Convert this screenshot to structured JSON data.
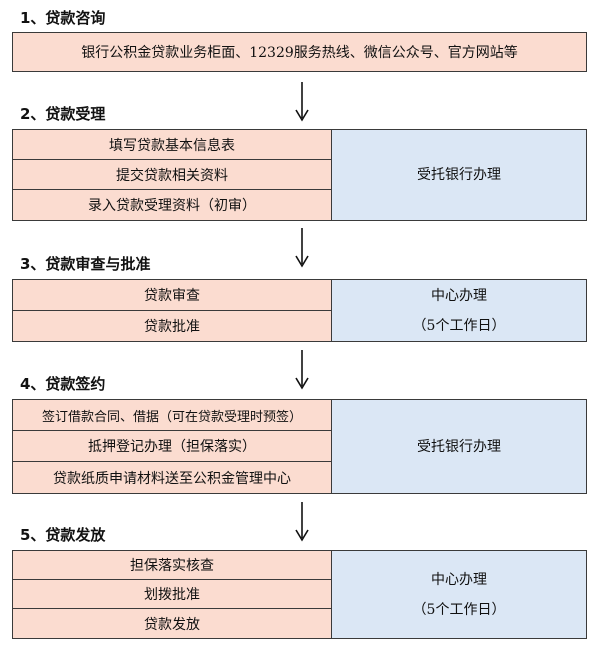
{
  "steps": [
    {
      "title": "1、贷款咨询",
      "items": [
        "银行公积金贷款业务柜面、12329服务热线、微信公众号、官方网站等"
      ]
    },
    {
      "title": "2、贷款受理",
      "items": [
        "填写贷款基本信息表",
        "提交贷款相关资料",
        "录入贷款受理资料（初审）"
      ],
      "side": [
        "受托银行办理"
      ]
    },
    {
      "title": "3、贷款审查与批准",
      "items": [
        "贷款审查",
        "贷款批准"
      ],
      "side": [
        "中心办理",
        "（5个工作日）"
      ]
    },
    {
      "title": "4、贷款签约",
      "items": [
        "签订借款合同、借据（可在贷款受理时预签）",
        "抵押登记办理（担保落实）",
        "贷款纸质申请材料送至公积金管理中心"
      ],
      "side": [
        "受托银行办理"
      ]
    },
    {
      "title": "5、贷款发放",
      "items": [
        "担保落实核查",
        "划拨批准",
        "贷款发放"
      ],
      "side": [
        "中心办理",
        "（5个工作日）"
      ]
    }
  ],
  "colors": {
    "left_fill": "#fbdcd0",
    "right_fill": "#dbe7f5",
    "border": "#3a3a3a"
  }
}
